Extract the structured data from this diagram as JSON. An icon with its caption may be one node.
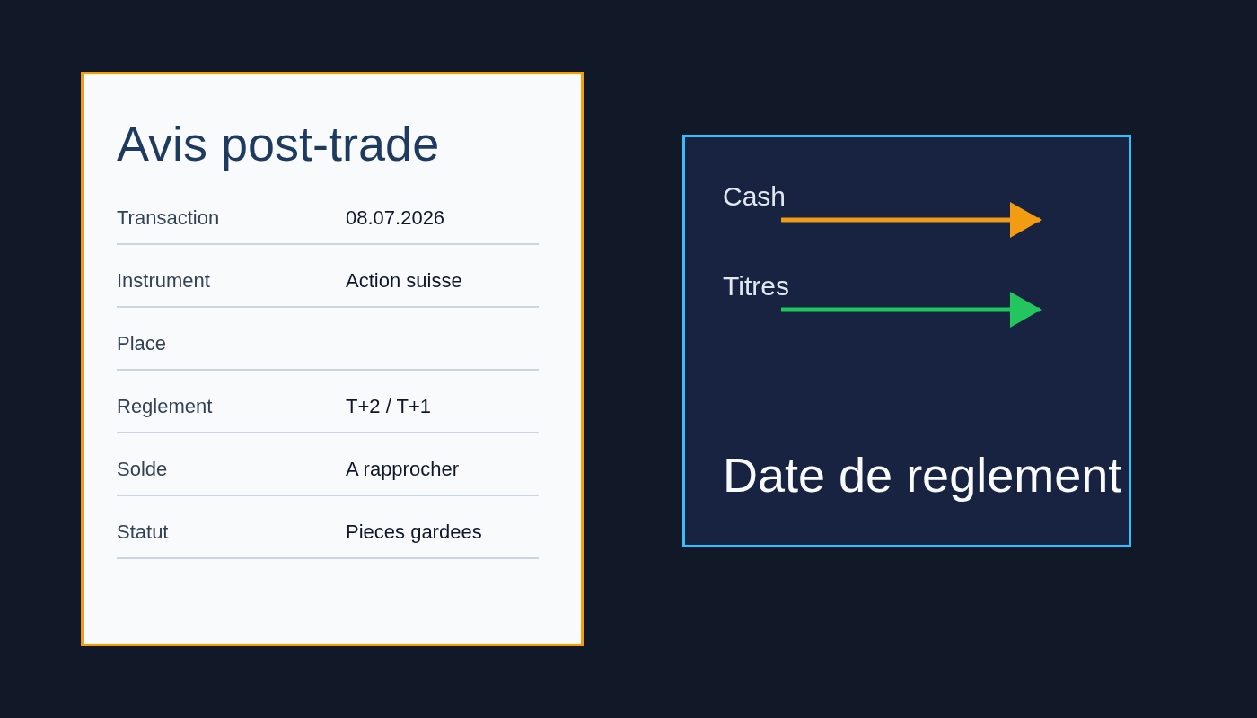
{
  "diagram": {
    "nodes": [
      {
        "text": [
          "Avis post-trade",
          "Transaction",
          "08.07.2026",
          "Instrument",
          "Action suisse",
          "Place",
          "Reglement",
          "T+2 / T+1",
          "Solde",
          "A rapprocher",
          "Statut",
          "Pieces gardees"
        ]
      },
      {
        "text": [
          "Cash",
          "Titres",
          "Date de reglement"
        ]
      }
    ]
  }
}
